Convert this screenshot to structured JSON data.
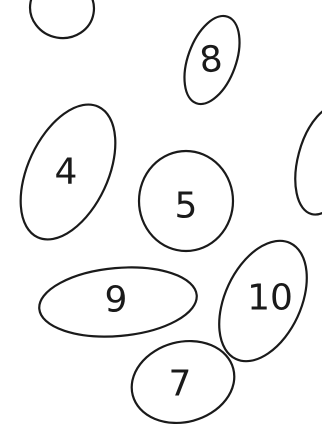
{
  "labels": {
    "shape_8": "8",
    "shape_4": "4",
    "shape_5": "5",
    "shape_9": "9",
    "shape_10": "10",
    "shape_7": "7"
  },
  "colors": {
    "ink": "#1a1a1a",
    "paper": "#ffffff"
  }
}
